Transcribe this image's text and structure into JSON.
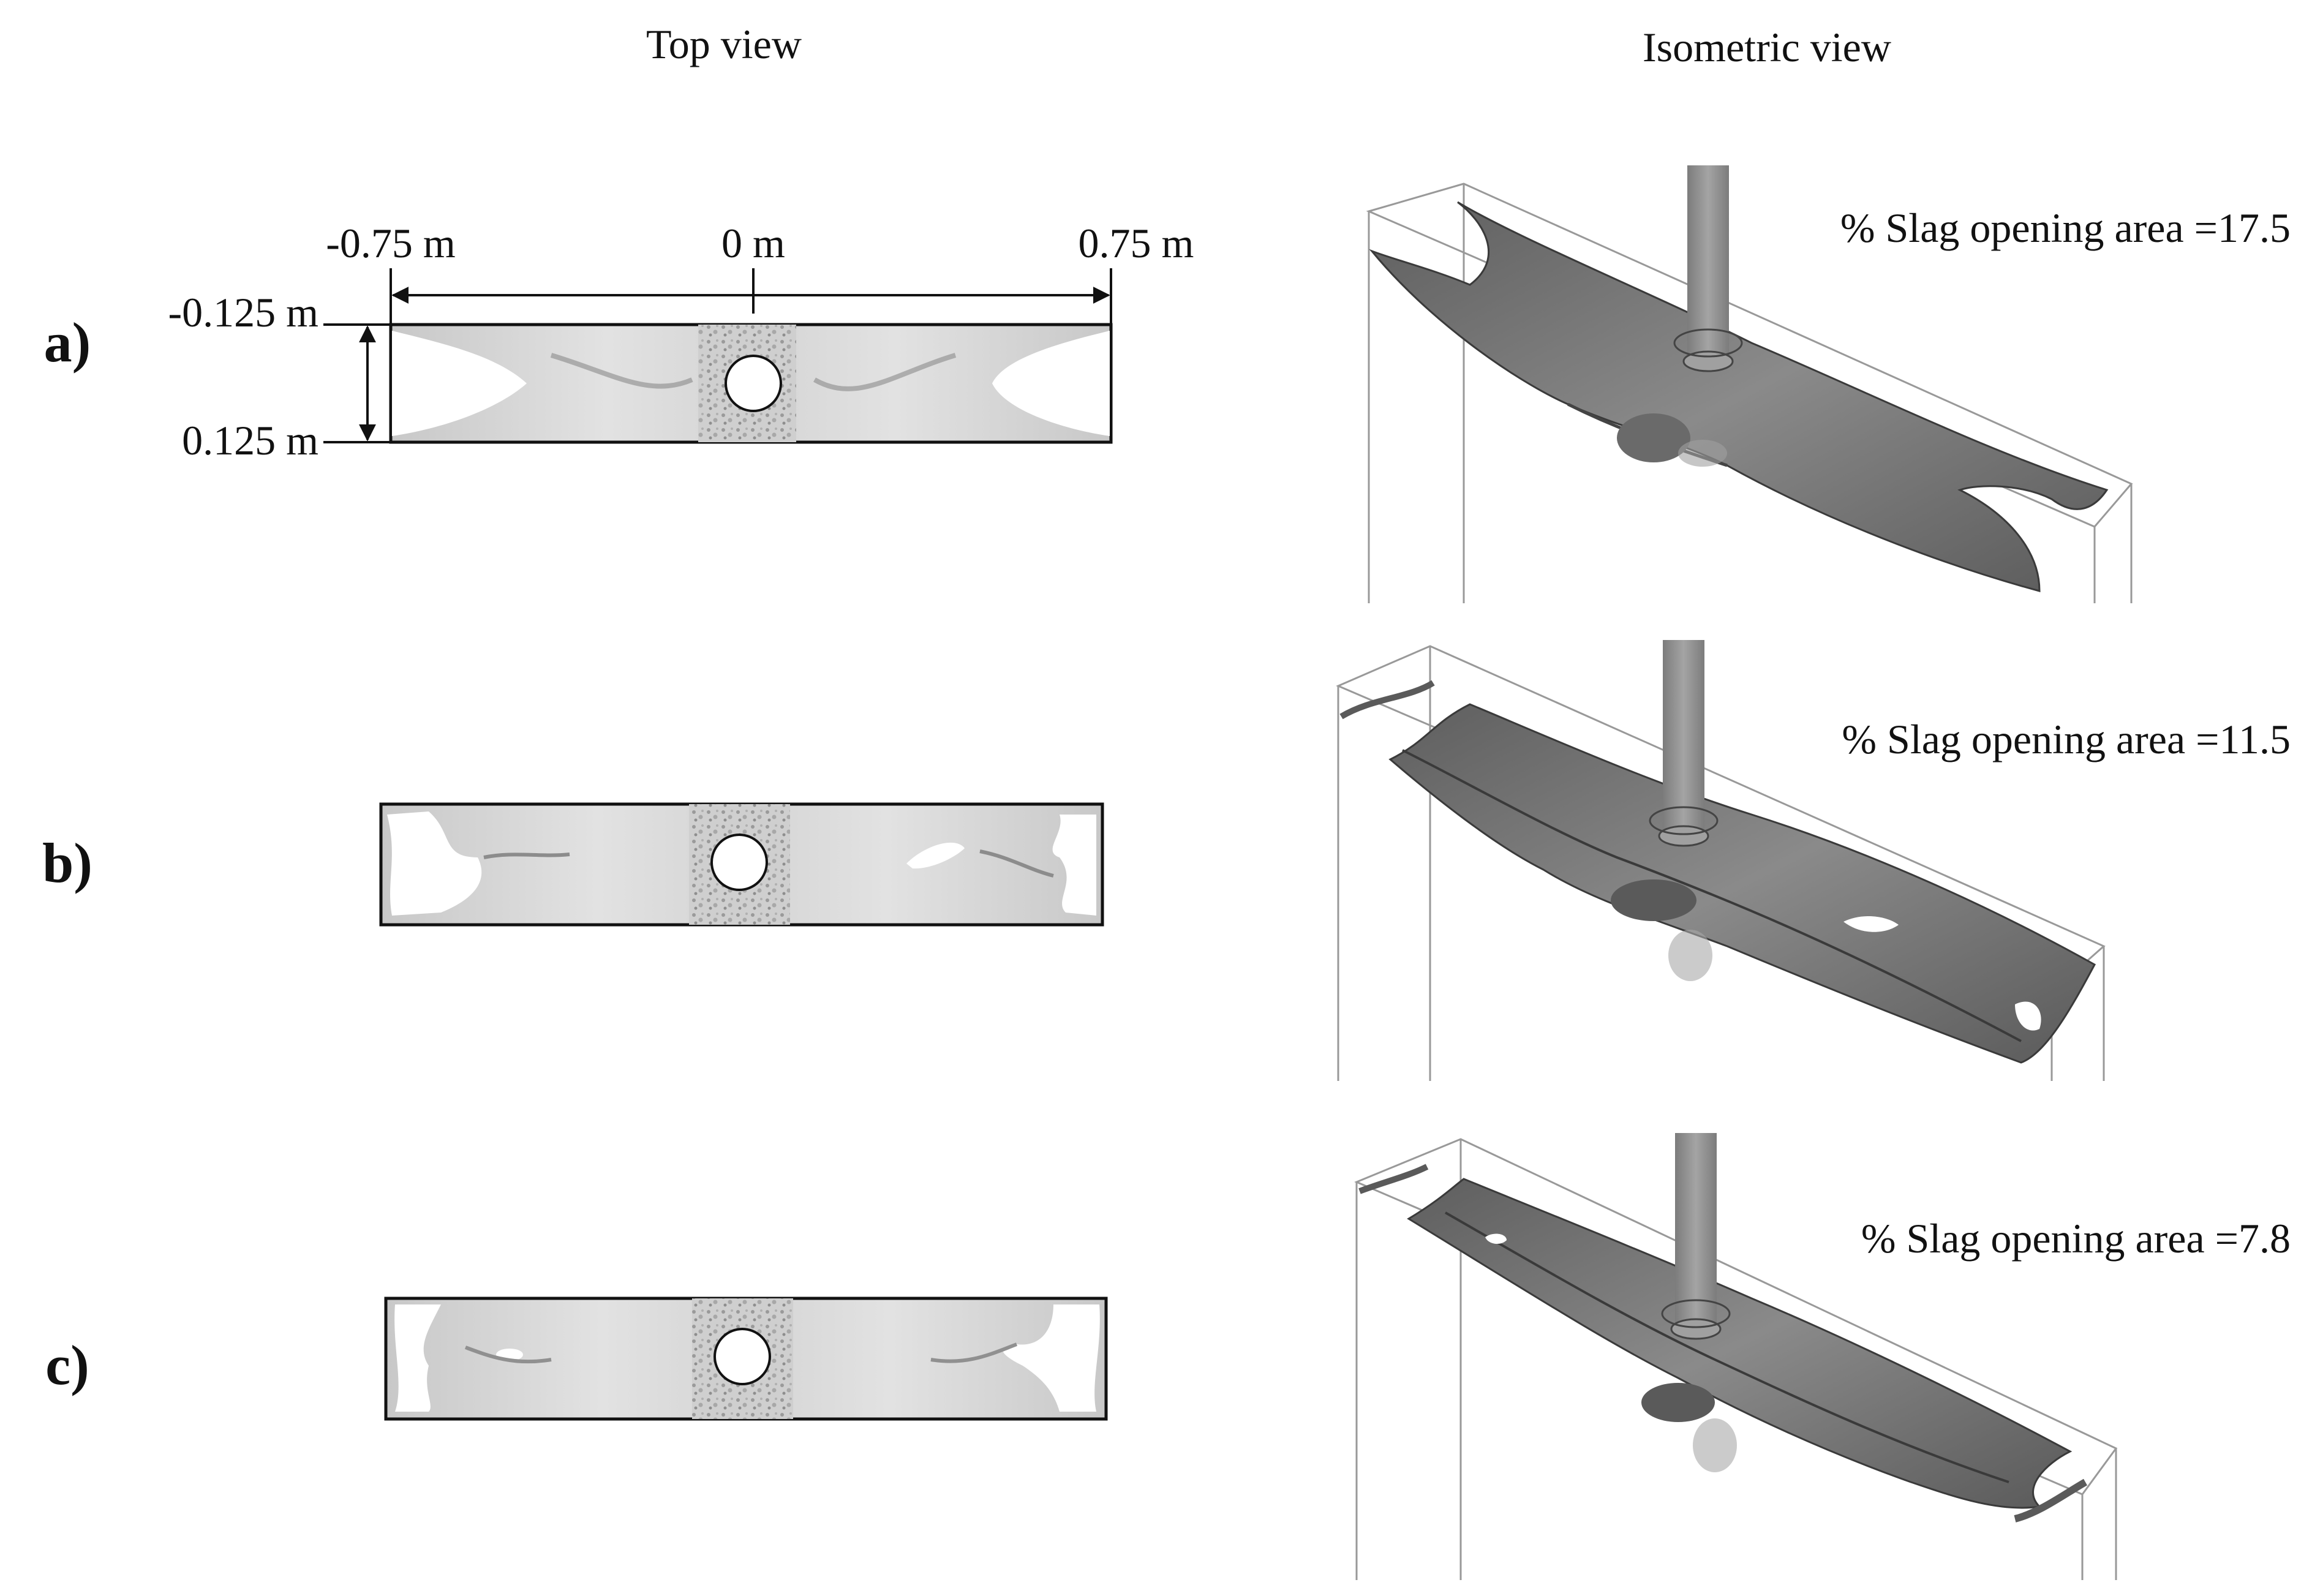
{
  "headers": {
    "top_view": "Top view",
    "isometric_view": "Isometric view"
  },
  "dimensions": {
    "x_left": "-0.75 m",
    "x_center": "0 m",
    "x_right": "0.75 m",
    "y_top": "-0.125 m",
    "y_bottom": "0.125 m"
  },
  "rows": [
    {
      "label": "a)",
      "annotation": "% Slag opening area =17.5",
      "slag_opening_area_percent": 17.5
    },
    {
      "label": "b)",
      "annotation": "% Slag opening area =11.5",
      "slag_opening_area_percent": 11.5
    },
    {
      "label": "c)",
      "annotation": "% Slag opening area =7.8",
      "slag_opening_area_percent": 7.8
    }
  ],
  "colors": {
    "slag_gray": "#d8d8d8",
    "iso_surface": "#7a7a7a",
    "nozzle": "#8c8c8c",
    "outline": "#111111"
  }
}
